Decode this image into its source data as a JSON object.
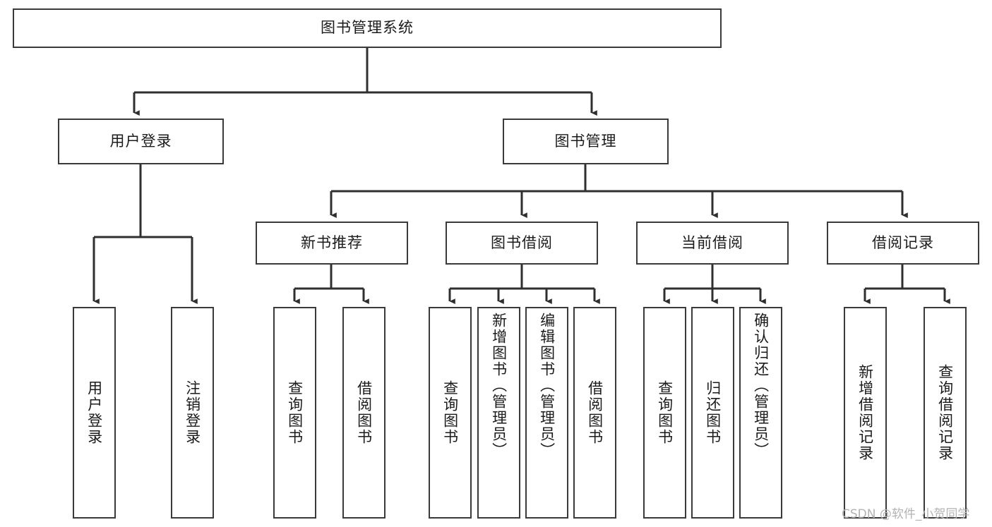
{
  "diagram": {
    "type": "tree",
    "title": "图书管理系统",
    "orientation": "top-down",
    "watermark": "CSDN @软件_小贺同学",
    "colors": {
      "box_border": "#3a3a3a",
      "box_fill": "#ffffff",
      "connector": "#2f2f2f",
      "text": "#1b1b1b",
      "watermark": "#b3b3b3",
      "background": "#ffffff"
    },
    "nodes": {
      "root": {
        "label": "图书管理系统"
      },
      "level1": [
        {
          "label": "用户登录"
        },
        {
          "label": "图书管理"
        }
      ],
      "level2": [
        {
          "label": "新书推荐"
        },
        {
          "label": "图书借阅"
        },
        {
          "label": "当前借阅"
        },
        {
          "label": "借阅记录"
        }
      ],
      "leaves_user_login": [
        {
          "label": "用户登录"
        },
        {
          "label": "注销登录"
        }
      ],
      "leaves_new_book": [
        {
          "label": "查询图书"
        },
        {
          "label": "借阅图书"
        }
      ],
      "leaves_borrow": [
        {
          "label": "查询图书"
        },
        {
          "label": "新增图书（管理员）"
        },
        {
          "label": "编辑图书（管理员）"
        },
        {
          "label": "借阅图书"
        }
      ],
      "leaves_current": [
        {
          "label": "查询图书"
        },
        {
          "label": "归还图书"
        },
        {
          "label": "确认归还（管理员）"
        }
      ],
      "leaves_record": [
        {
          "label": "新增借阅记录"
        },
        {
          "label": "查询借阅记录"
        }
      ]
    }
  }
}
